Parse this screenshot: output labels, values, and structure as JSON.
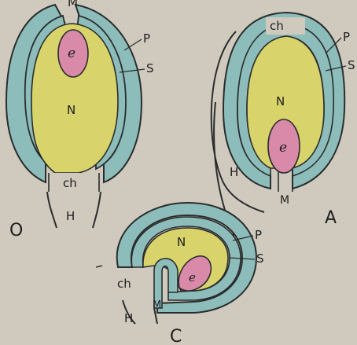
{
  "diagram": {
    "ovule_O": {
      "letter": "O",
      "labels": {
        "micropyle": "M",
        "embryo_sac": "e",
        "nucellus": "N",
        "primine": "P",
        "secondine": "S",
        "chalaza": "ch",
        "hilum": "H"
      }
    },
    "ovule_A": {
      "letter": "A",
      "labels": {
        "chalaza": "ch",
        "primine": "P",
        "secondine": "S",
        "nucellus": "N",
        "embryo_sac": "e",
        "hilum": "H",
        "micropyle": "M"
      }
    },
    "ovule_C": {
      "letter": "C",
      "labels": {
        "nucellus": "N",
        "primine": "P",
        "secondine": "S",
        "chalaza": "ch",
        "embryo_sac": "e",
        "hilum": "H",
        "micropyle": "M"
      }
    },
    "colors": {
      "background": "#cfcabd",
      "integument": "#8dbdbb",
      "nucellus": "#d8d36a",
      "embryo_sac": "#d88aa8",
      "outline": "#2a2d2d"
    }
  }
}
